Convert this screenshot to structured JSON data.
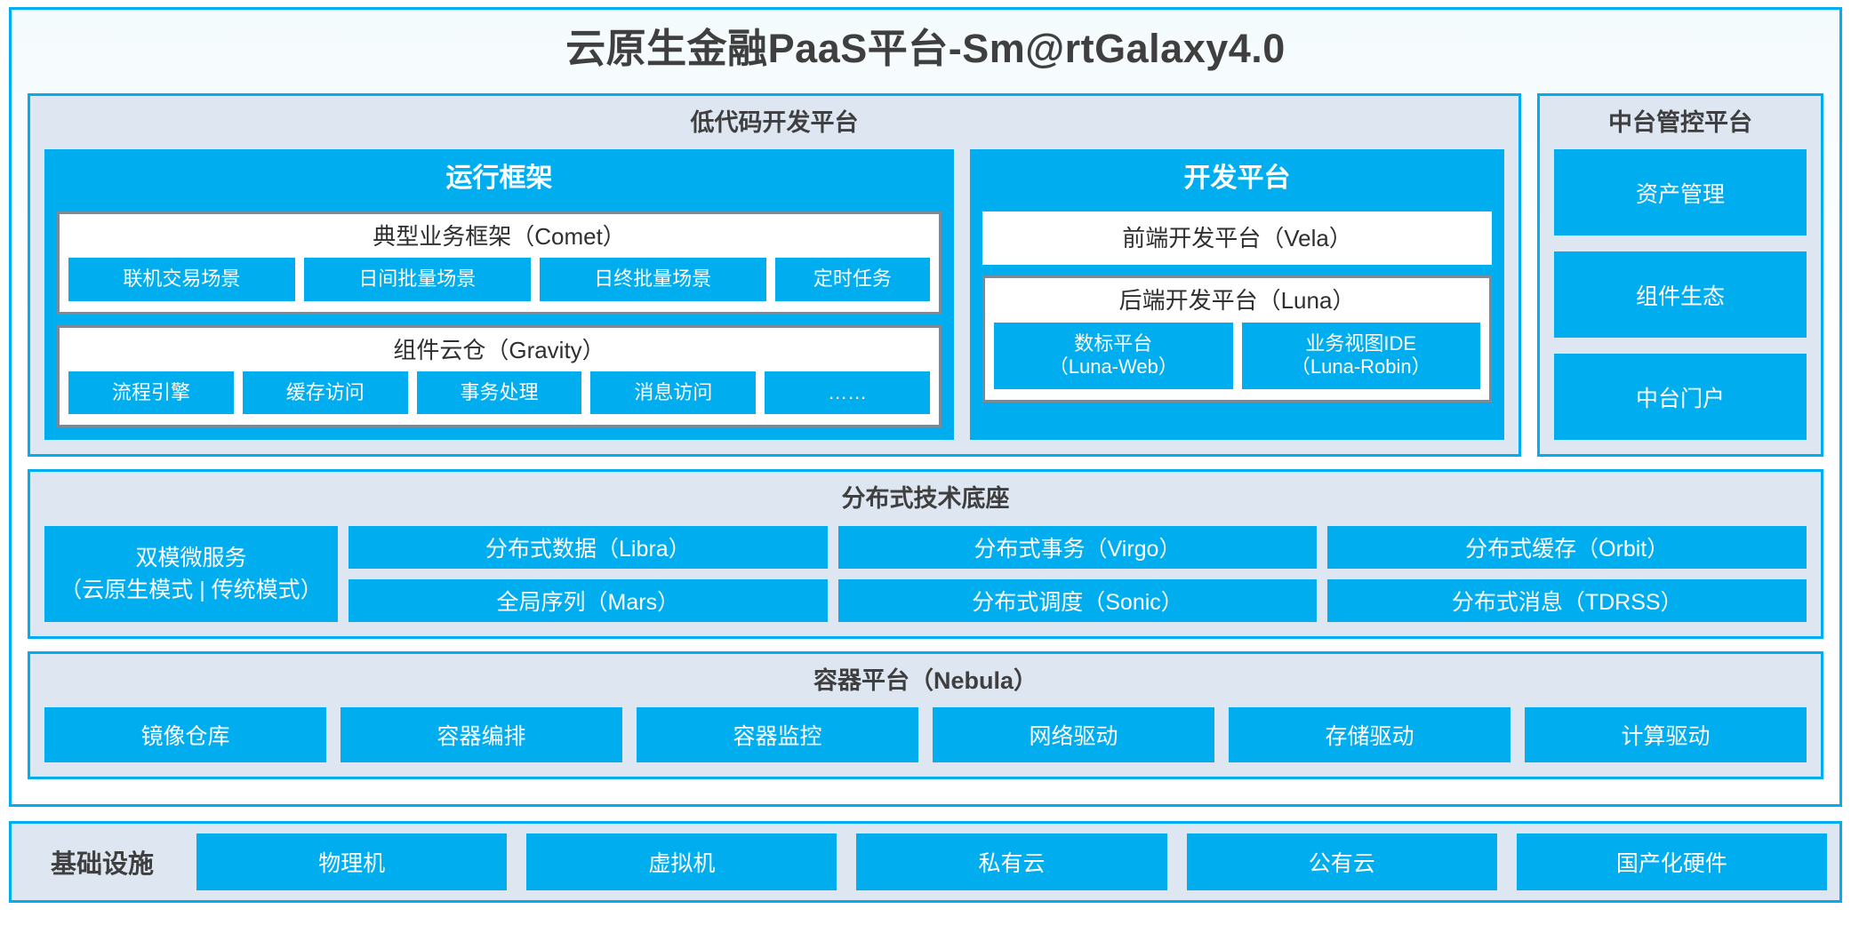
{
  "title": "云原生金融PaaS平台-Sm@rtGalaxy4.0",
  "colors": {
    "accent": "#00AEEF",
    "panel_bg": "#DEE6F1",
    "panel_border": "#00ADEE",
    "box_border": "#7D8995",
    "text_dark": "#3F3F3F",
    "text_light": "#FFFFFF"
  },
  "lowcode": {
    "title": "低代码开发平台",
    "runtime": {
      "title": "运行框架",
      "comet": {
        "title": "典型业务框架（Comet）",
        "items": [
          "联机交易场景",
          "日间批量场景",
          "日终批量场景",
          "定时任务"
        ]
      },
      "gravity": {
        "title": "组件云仓（Gravity）",
        "items": [
          "流程引擎",
          "缓存访问",
          "事务处理",
          "消息访问",
          "……"
        ]
      }
    },
    "devplatform": {
      "title": "开发平台",
      "frontend": "前端开发平台（Vela）",
      "backend": {
        "title": "后端开发平台（Luna）",
        "items": [
          {
            "line1": "数标平台",
            "line2": "（Luna-Web）"
          },
          {
            "line1": "业务视图IDE",
            "line2": "（Luna-Robin）"
          }
        ]
      }
    }
  },
  "midoffice": {
    "title": "中台管控平台",
    "items": [
      "资产管理",
      "组件生态",
      "中台门户"
    ]
  },
  "techbase": {
    "title": "分布式技术底座",
    "wide": {
      "line1": "双模微服务",
      "line2": "（云原生模式 | 传统模式）"
    },
    "columns": [
      [
        "分布式数据（Libra）",
        "全局序列（Mars）"
      ],
      [
        "分布式事务（Virgo）",
        "分布式调度（Sonic）"
      ],
      [
        "分布式缓存（Orbit）",
        "分布式消息（TDRSS）"
      ]
    ]
  },
  "containerplatform": {
    "title": "容器平台（Nebula）",
    "items": [
      "镜像仓库",
      "容器编排",
      "容器监控",
      "网络驱动",
      "存储驱动",
      "计算驱动"
    ]
  },
  "infrastructure": {
    "label": "基础设施",
    "items": [
      "物理机",
      "虚拟机",
      "私有云",
      "公有云",
      "国产化硬件"
    ]
  }
}
